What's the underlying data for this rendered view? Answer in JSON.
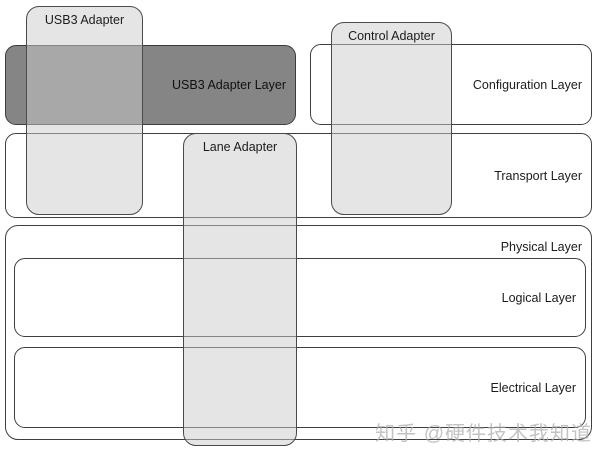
{
  "diagram": {
    "adapters": {
      "usb3": {
        "label": "USB3 Adapter"
      },
      "control": {
        "label": "Control Adapter"
      },
      "lane": {
        "label": "Lane Adapter"
      }
    },
    "layers": {
      "usb3_adapter_layer": {
        "label": "USB3 Adapter Layer"
      },
      "configuration": {
        "label": "Configuration Layer"
      },
      "transport": {
        "label": "Transport Layer"
      },
      "physical": {
        "label": "Physical Layer"
      },
      "logical": {
        "label": "Logical Layer"
      },
      "electrical": {
        "label": "Electrical Layer"
      }
    },
    "colors": {
      "usb3_adapter_layer_fill": "#858585",
      "adapter_fill": "rgba(203,203,203,0.5)",
      "box_border": "#3f3f3f",
      "label_text": "#1c1c1c",
      "watermark_text": "#afafaf"
    },
    "watermark": "知乎 @硬件技术我知道"
  }
}
